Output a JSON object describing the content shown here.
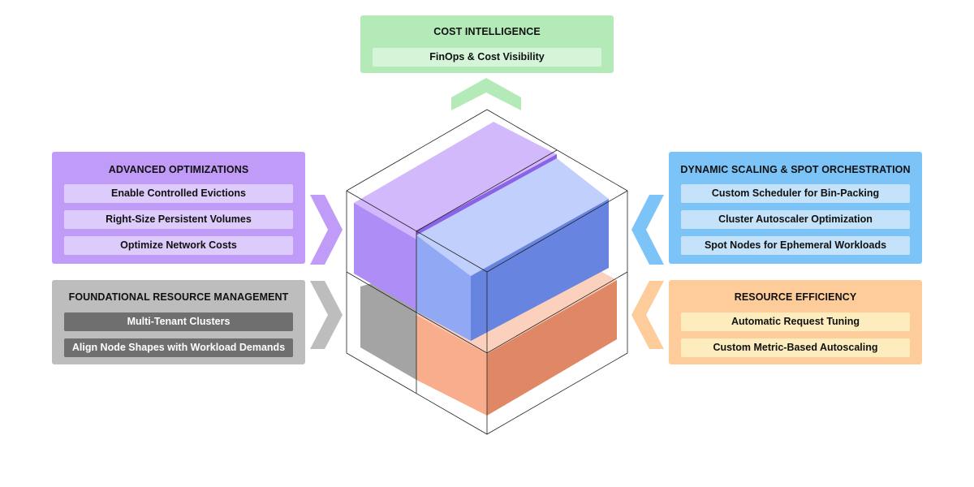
{
  "panels": {
    "cost_intelligence": {
      "title": "COST INTELLIGENCE",
      "items": [
        "FinOps & Cost Visibility"
      ],
      "color": "#b3eab8",
      "item_color": "#d5f5d9"
    },
    "advanced_optimizations": {
      "title": "ADVANCED OPTIMIZATIONS",
      "items": [
        "Enable Controlled Evictions",
        "Right-Size Persistent Volumes",
        "Optimize Network Costs"
      ],
      "color": "#c09cf8",
      "item_color": "#dccbfb"
    },
    "foundational": {
      "title": "FOUNDATIONAL RESOURCE MANAGEMENT",
      "items": [
        "Multi-Tenant Clusters",
        "Align Node Shapes with Workload Demands"
      ],
      "color": "#bdbdbd",
      "item_color": "#6f6f6f"
    },
    "dynamic_scaling": {
      "title": "DYNAMIC SCALING & SPOT ORCHESTRATION",
      "items": [
        "Custom Scheduler for Bin-Packing",
        "Cluster Autoscaler Optimization",
        "Spot Nodes for Ephemeral Workloads"
      ],
      "color": "#7cc4f8",
      "item_color": "#c4e3fb"
    },
    "resource_efficiency": {
      "title": "RESOURCE EFFICIENCY",
      "items": [
        "Automatic Request Tuning",
        "Custom Metric-Based Autoscaling"
      ],
      "color": "#fdcc9a",
      "item_color": "#fdecbd"
    }
  }
}
